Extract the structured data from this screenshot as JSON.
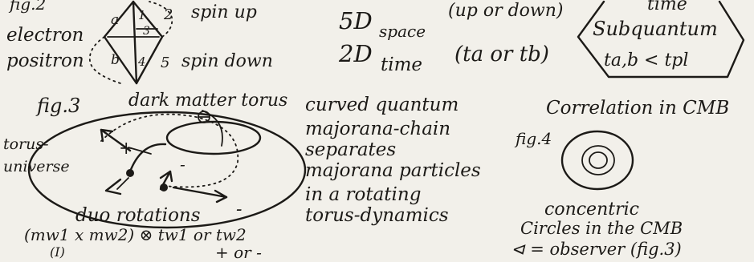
{
  "fig2": {
    "label": "fig.2",
    "electron": "electron",
    "positron": "positron",
    "spin_up": "spin up",
    "spin_down": "spin down",
    "cell_a": "a",
    "cell_1": "1",
    "cell_2": "2",
    "cell_3": "3",
    "cell_b": "b",
    "cell_4": "4",
    "cell_5": "5"
  },
  "dimensions": {
    "space_prefix": "5D",
    "space_sub": "space",
    "space_note": "(up or down)",
    "time_prefix": "2D",
    "time_sub": "time",
    "time_note": "(ta or tb)"
  },
  "time_box": {
    "line1": "time",
    "line2": "Subquantum",
    "line3": "ta,b < tpl"
  },
  "fig3": {
    "label": "fig.3",
    "title": "dark matter torus",
    "left_label_1": "torus-",
    "left_label_2": "universe",
    "caption_1": "duo rotations",
    "caption_2": "(mw1 x mw2) ⊗ tw1 or tw2",
    "caption_3": "(I)",
    "caption_4": "+ or -",
    "plus": "+",
    "minus_inner": "-",
    "minus_outer": "-"
  },
  "middle_text": [
    "curved quantum",
    "majorana-chain",
    "separates",
    "majorana particles",
    "in a rotating",
    "torus-dynamics"
  ],
  "fig4": {
    "title": "Correlation in CMB",
    "label": "fig.4",
    "caption_1": "concentric",
    "caption_2": "Circles in the CMB",
    "caption_3": "⊲ = observer (fig.3)"
  }
}
